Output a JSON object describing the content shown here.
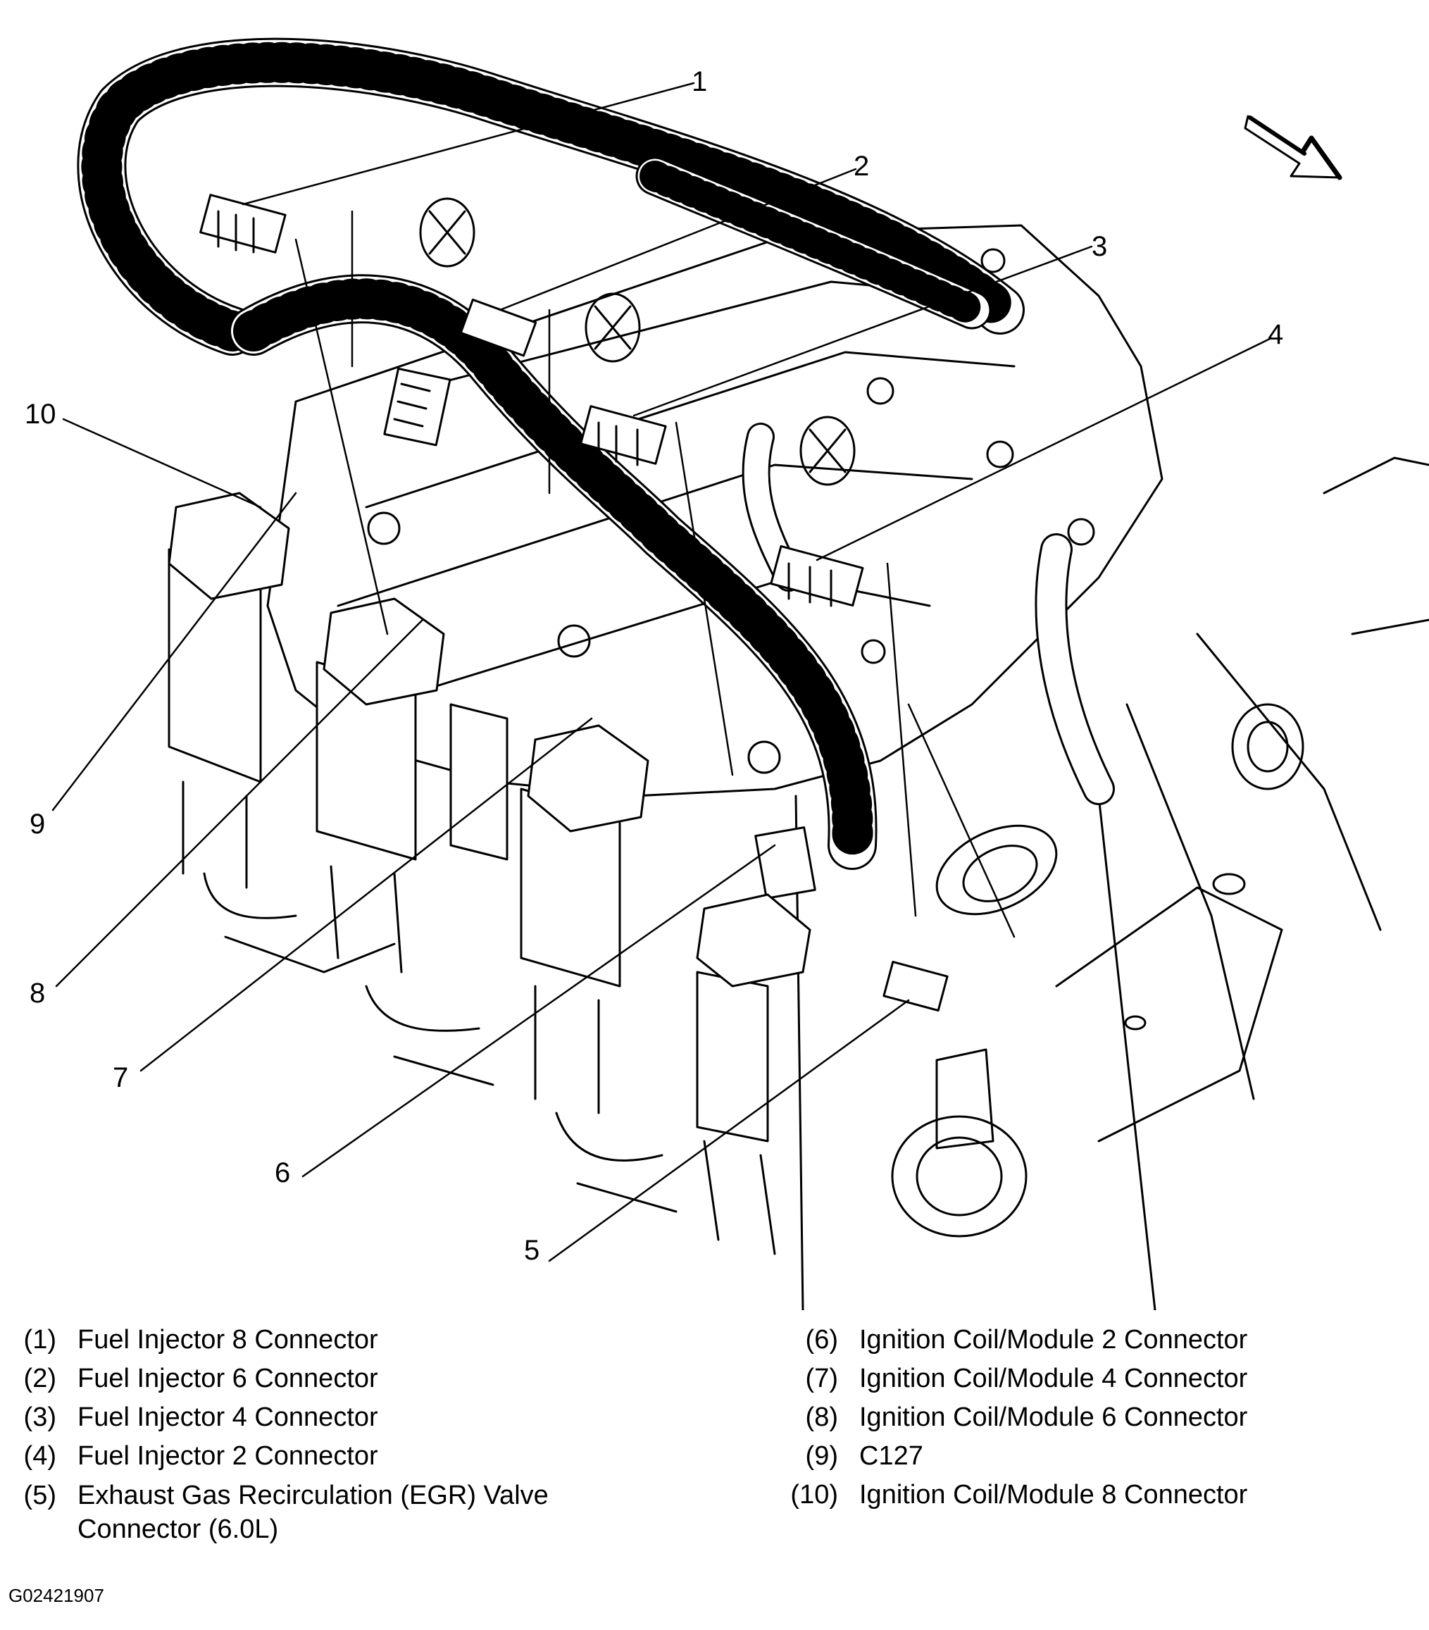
{
  "figure_id": "G02421907",
  "callouts": [
    "1",
    "2",
    "3",
    "4",
    "5",
    "6",
    "7",
    "8",
    "9",
    "10"
  ],
  "legend": [
    {
      "num": "(1)",
      "text": "Fuel Injector 8 Connector"
    },
    {
      "num": "(2)",
      "text": "Fuel Injector 6 Connector"
    },
    {
      "num": "(3)",
      "text": "Fuel Injector 4 Connector"
    },
    {
      "num": "(4)",
      "text": "Fuel Injector 2 Connector"
    },
    {
      "num": "(5)",
      "text": "Exhaust Gas Recirculation (EGR) Valve\nConnector (6.0L)"
    },
    {
      "num": "(6)",
      "text": "Ignition Coil/Module 2 Connector"
    },
    {
      "num": "(7)",
      "text": "Ignition Coil/Module 4 Connector"
    },
    {
      "num": "(8)",
      "text": "Ignition Coil/Module 6 Connector"
    },
    {
      "num": "(9)",
      "text": "C127"
    },
    {
      "num": "(10)",
      "text": "Ignition Coil/Module 8 Connector"
    }
  ]
}
